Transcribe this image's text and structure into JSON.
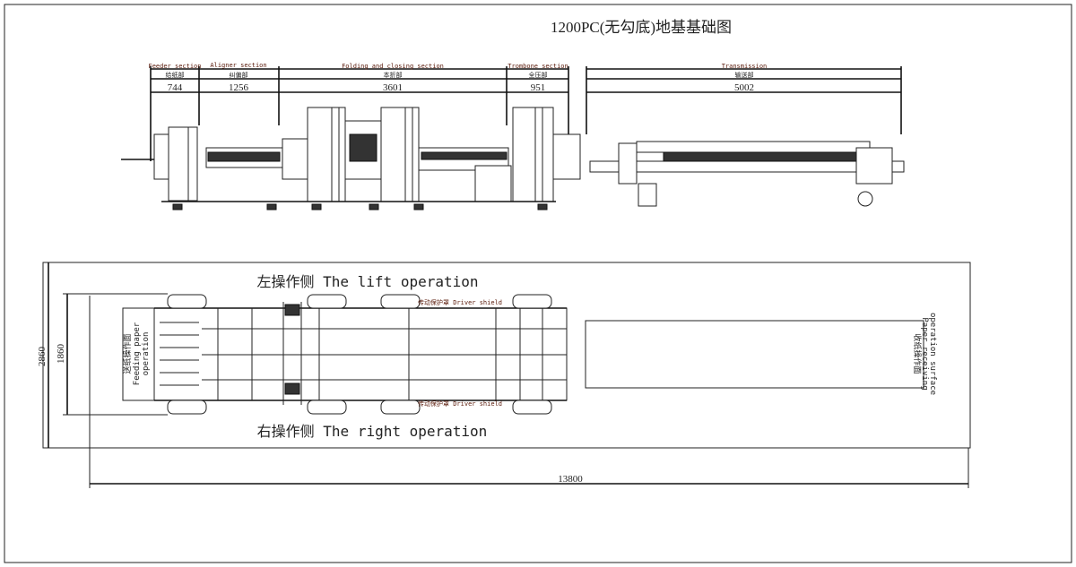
{
  "title": "1200PC(无勾底)地基基础图",
  "sections": [
    {
      "en": "Feeder section",
      "cn": "给纸部",
      "length": "744"
    },
    {
      "en": "Aligner section",
      "cn": "纠偏部",
      "length": "1256"
    },
    {
      "en": "Folding and closing section",
      "cn": "本折部",
      "length": "3601"
    },
    {
      "en": "Trombone section",
      "cn": "全压部",
      "length": "951"
    },
    {
      "en": "Transmission",
      "cn": "输送部",
      "length": "5002"
    }
  ],
  "plan": {
    "left_side_label": "左操作侧 The lift operation",
    "right_side_label": "右操作侧 The right operation",
    "driver_shield_top": "传动保护罩 Driver shield",
    "driver_shield_bottom": "传动保护罩 Driver shield",
    "feeding_cn": "送纸操作面",
    "feeding_en1": "Feeding paper",
    "feeding_en2": "operation",
    "receiving_cn": "收纸操作面",
    "receiving_en1": "Paper receiving",
    "receiving_en2": "operation surface"
  },
  "dimensions": {
    "overall_width": "2860",
    "machine_width": "1860",
    "overall_length": "13800"
  }
}
